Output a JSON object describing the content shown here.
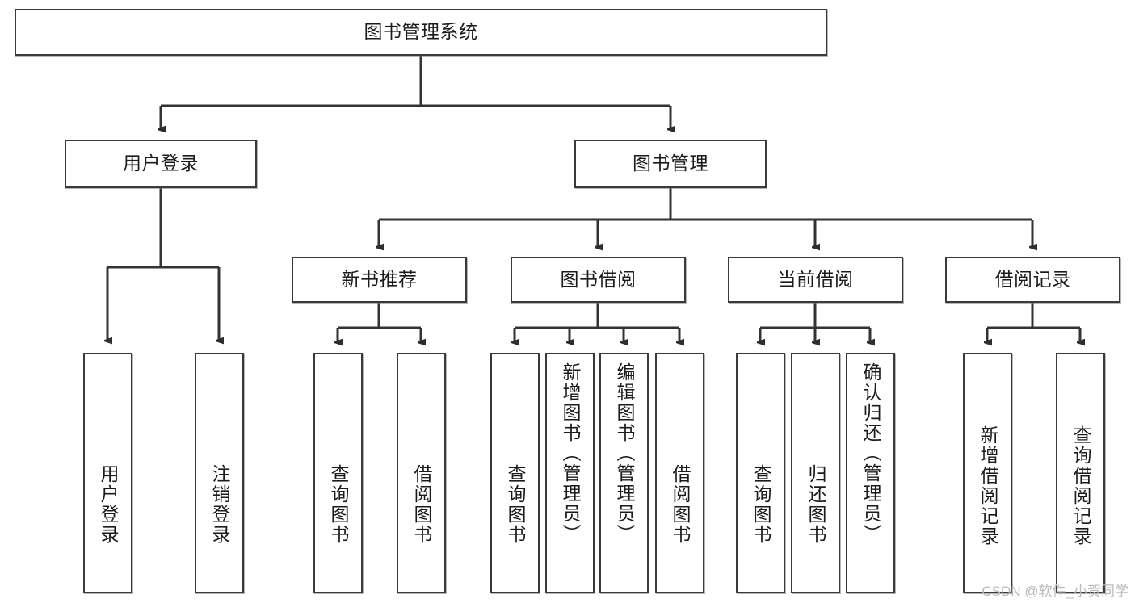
{
  "diagram": {
    "title": "图书管理系统",
    "type": "hierarchy-tree",
    "watermark": "CSDN @软件_小贺同学",
    "colors": {
      "box_border": "#3a3a3a",
      "box_fill": "#ffffff",
      "line": "#333333",
      "text": "#1b1b1b",
      "watermark": "#b9b9b9"
    },
    "root": {
      "label": "图书管理系统"
    },
    "level2": [
      {
        "label": "用户登录"
      },
      {
        "label": "图书管理"
      }
    ],
    "level3": [
      {
        "label": "新书推荐"
      },
      {
        "label": "图书借阅"
      },
      {
        "label": "当前借阅"
      },
      {
        "label": "借阅记录"
      }
    ],
    "leaves": {
      "user_login": [
        {
          "label": "用户登录"
        },
        {
          "label": "注销登录"
        }
      ],
      "new_book": [
        {
          "label": "查询图书"
        },
        {
          "label": "借阅图书"
        }
      ],
      "book_borrow": [
        {
          "label": "查询图书"
        },
        {
          "label": "新增图书（管理员）"
        },
        {
          "label": "编辑图书（管理员）"
        },
        {
          "label": "借阅图书"
        }
      ],
      "current_borrow": [
        {
          "label": "查询图书"
        },
        {
          "label": "归还图书"
        },
        {
          "label": "确认归还（管理员）"
        }
      ],
      "borrow_record": [
        {
          "label": "新增借阅记录"
        },
        {
          "label": "查询借阅记录"
        }
      ]
    }
  }
}
